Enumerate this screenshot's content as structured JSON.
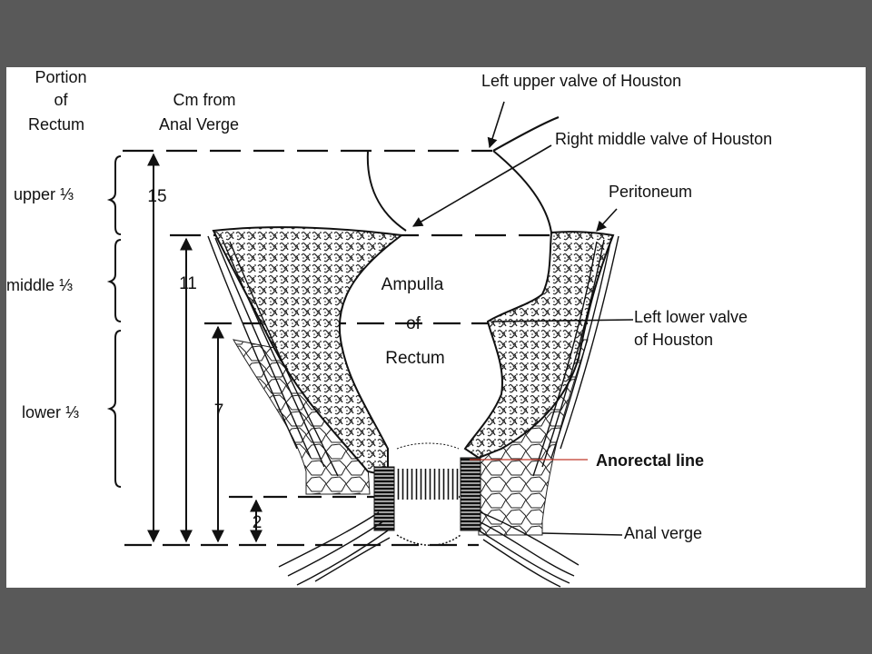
{
  "diagram": {
    "headers": {
      "portion": [
        "Portion",
        "of",
        "Rectum"
      ],
      "cm": [
        "Cm from",
        "Anal Verge"
      ]
    },
    "portions": {
      "upper": "upper ⅓",
      "middle": "middle ⅓",
      "lower": "lower ⅓"
    },
    "measures": {
      "m15": "15",
      "m11": "11",
      "m7": "7",
      "m2": "2"
    },
    "center": {
      "ampulla": "Ampulla",
      "of": "of",
      "rectum": "Rectum"
    },
    "callouts": {
      "left_upper_valve": "Left upper valve of Houston",
      "right_middle_valve": "Right middle valve of Houston",
      "peritoneum": "Peritoneum",
      "left_lower_valve_1": "Left lower valve",
      "left_lower_valve_2": "of Houston",
      "anorectal_line": "Anorectal line",
      "anal_verge": "Anal verge"
    },
    "colors": {
      "background": "#595959",
      "panel": "#ffffff",
      "ink": "#111111",
      "anorectal_pointer": "#c0392b"
    }
  }
}
